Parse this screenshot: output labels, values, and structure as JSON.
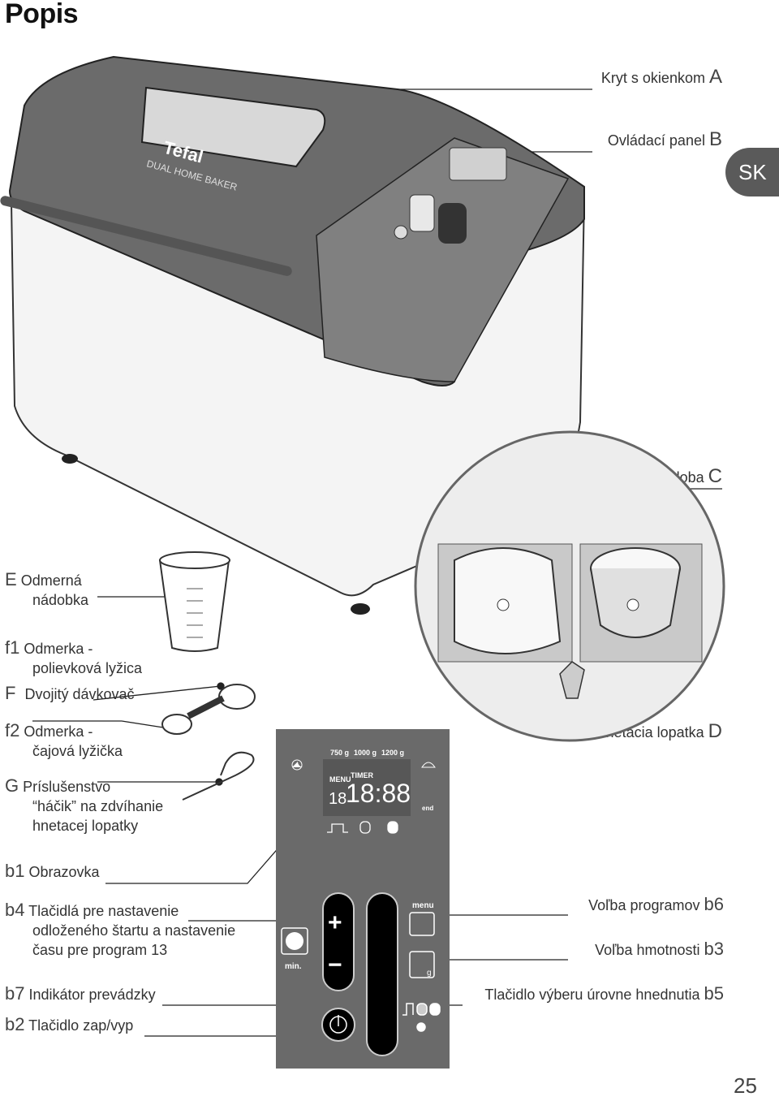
{
  "page": {
    "title": "Popis",
    "lang_tab": "SK",
    "page_number": "25"
  },
  "machine": {
    "brand": "Tefal",
    "model": "DUAL HOME BAKER"
  },
  "labels_right": [
    {
      "text": "Kryt s okienkom",
      "key": "A"
    },
    {
      "text": "Ovládací panel",
      "key": "B"
    },
    {
      "text": "Nádoba",
      "key": "C"
    },
    {
      "text": "Hnetacia lopatka",
      "key": "D"
    }
  ],
  "labels_left": [
    {
      "code": "E",
      "lines": [
        "Odmerná",
        "nádobka"
      ]
    },
    {
      "code": "f1",
      "lines": [
        "Odmerka -",
        "polievková lyžica"
      ]
    },
    {
      "code": "F",
      "lines": [
        "Dvojitý dávkovač"
      ]
    },
    {
      "code": "f2",
      "lines": [
        "Odmerka -",
        "čajová lyžička"
      ]
    },
    {
      "code": "G",
      "lines": [
        "Príslušenstvo",
        "“háčik” na zdvíhanie",
        "hnetacej lopatky"
      ]
    },
    {
      "code": "b1",
      "lines": [
        "Obrazovka"
      ]
    },
    {
      "code": "b4",
      "lines": [
        "Tlačidlá pre nastavenie",
        "odloženého štartu a nastavenie",
        "času pre program 13"
      ]
    },
    {
      "code": "b7",
      "lines": [
        "Indikátor prevádzky"
      ]
    },
    {
      "code": "b2",
      "lines": [
        "Tlačidlo zap/vyp"
      ]
    }
  ],
  "labels_panel_right": [
    {
      "text": "Voľba programov",
      "code": "b6"
    },
    {
      "text": "Voľba hmotnosti",
      "code": "b3"
    },
    {
      "text": "Tlačidlo výberu úrovne hnednutia",
      "code": "b5"
    }
  ],
  "display": {
    "weights": [
      "750 g",
      "1000 g",
      "1200 g"
    ],
    "menu_label": "MENU",
    "timer_label": "TIMER",
    "program_digits": "18",
    "time_digits": "18:88",
    "end_label": "end"
  },
  "controls": {
    "plus": "+",
    "minus": "−",
    "min_label": "min.",
    "menu_label": "menu",
    "weight_unit": "g"
  }
}
